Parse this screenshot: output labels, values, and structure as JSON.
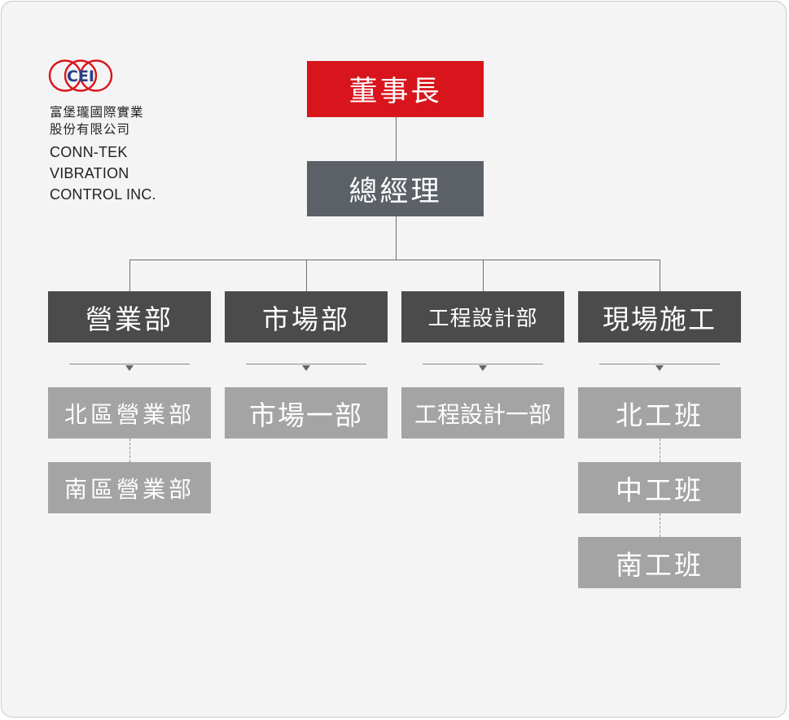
{
  "logo": {
    "mark": "CEI",
    "ring_color": "#d8151c",
    "text_color": "#2a3f86"
  },
  "company": {
    "cn_line1": "富堡瓏國際實業",
    "cn_line2": "股份有限公司",
    "en_line1": "CONN-TEK",
    "en_line2": "VIBRATION",
    "en_line3": "CONTROL INC."
  },
  "colors": {
    "chairman": "#d8151c",
    "general_manager": "#5b6167",
    "department": "#4b4b4b",
    "team": "#a4a4a5"
  },
  "org": {
    "chairman": "董事長",
    "general_manager": "總經理",
    "departments": [
      {
        "label": "營業部",
        "teams": [
          "北區營業部",
          "南區營業部"
        ]
      },
      {
        "label": "市場部",
        "teams": [
          "市場一部"
        ]
      },
      {
        "label": "工程設計部",
        "teams": [
          "工程設計一部"
        ]
      },
      {
        "label": "現場施工",
        "teams": [
          "北工班",
          "中工班",
          "南工班"
        ]
      }
    ]
  }
}
